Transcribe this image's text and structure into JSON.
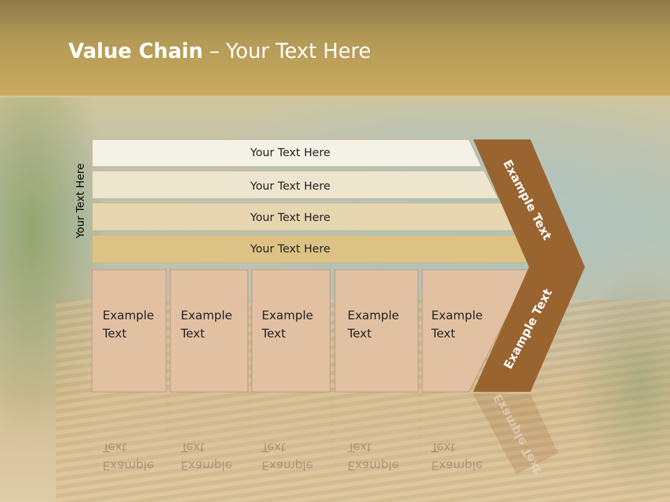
{
  "slide": {
    "title_bold": "Value Chain",
    "title_rest": " – Your Text Here",
    "side_label": "Your Text Here"
  },
  "rows": [
    {
      "label": "Your Text Here",
      "color": "#f4f1e6"
    },
    {
      "label": "Your Text Here",
      "color": "#eee5cf"
    },
    {
      "label": "Your Text Here",
      "color": "#e6d7b1"
    },
    {
      "label": "Your Text Here",
      "color": "#dcc385"
    }
  ],
  "boxes": [
    {
      "line1": "Example",
      "line2": "Text"
    },
    {
      "line1": "Example",
      "line2": "Text"
    },
    {
      "line1": "Example",
      "line2": "Text"
    },
    {
      "line1": "Example",
      "line2": "Text"
    },
    {
      "line1": "Example",
      "line2": "Text"
    }
  ],
  "chevron": {
    "upper_label": "Example Text",
    "lower_label": "Example Text",
    "color": "#9a6430"
  },
  "colors": {
    "box_fill": "#e2c1a3",
    "box_border": "#b79a80",
    "header_gold": "#c9a95c"
  }
}
